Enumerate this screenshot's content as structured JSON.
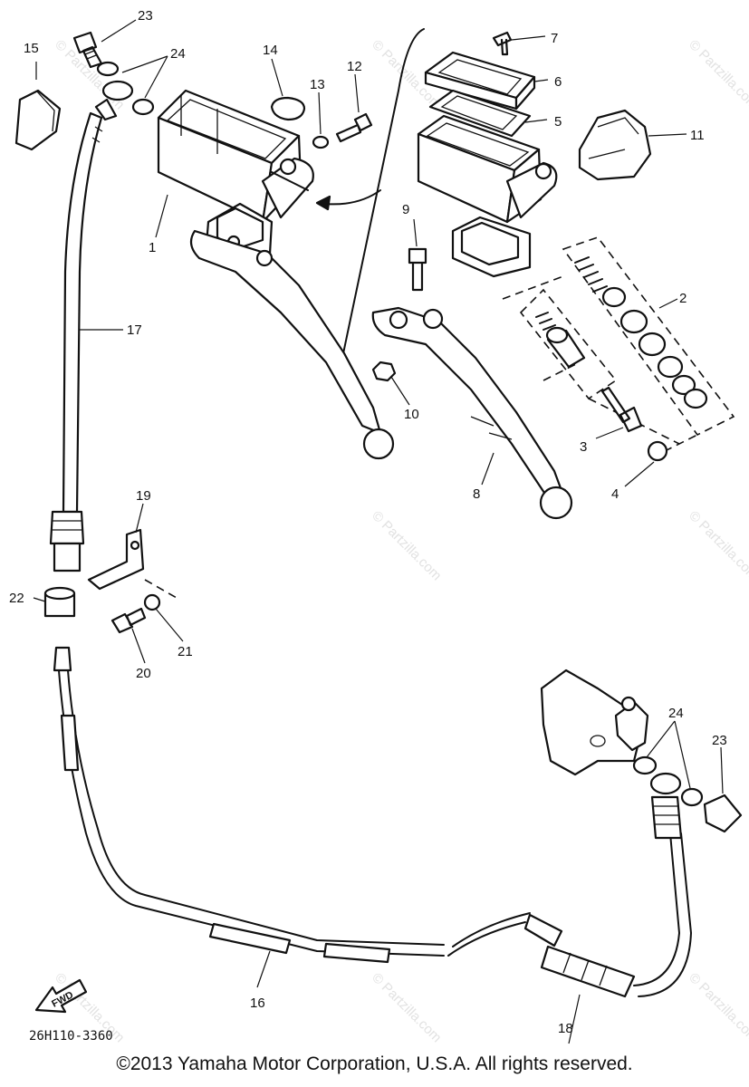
{
  "diagram": {
    "callouts": {
      "c1": "1",
      "c2": "2",
      "c3": "3",
      "c4": "4",
      "c5": "5",
      "c6": "6",
      "c7": "7",
      "c8": "8",
      "c9": "9",
      "c10": "10",
      "c11": "11",
      "c12": "12",
      "c13": "13",
      "c14": "14",
      "c15": "15",
      "c16": "16",
      "c17": "17",
      "c18": "18",
      "c19": "19",
      "c20": "20",
      "c21": "21",
      "c22": "22",
      "c23a": "23",
      "c23b": "23",
      "c24a": "24",
      "c24b": "24"
    },
    "watermark": "© Partzilla.com",
    "fwd_label": "FWD",
    "part_code": "26H110-3360"
  },
  "footer": {
    "copyright": "©2013 Yamaha Motor Corporation, U.S.A. All rights reserved."
  }
}
